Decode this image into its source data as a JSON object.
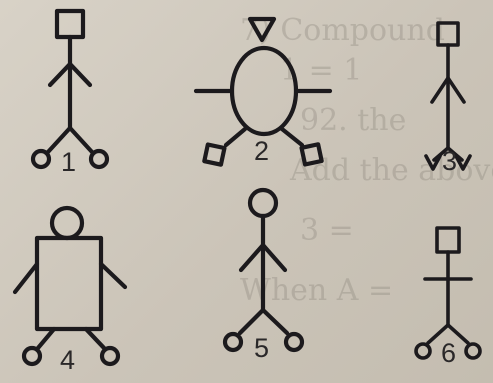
{
  "figures": [
    {
      "label": "1"
    },
    {
      "label": "2"
    },
    {
      "label": "3"
    },
    {
      "label": "4"
    },
    {
      "label": "5"
    },
    {
      "label": "6"
    }
  ],
  "colors": {
    "ink": "#1c1a1d",
    "paper": "#d8d2c7"
  }
}
